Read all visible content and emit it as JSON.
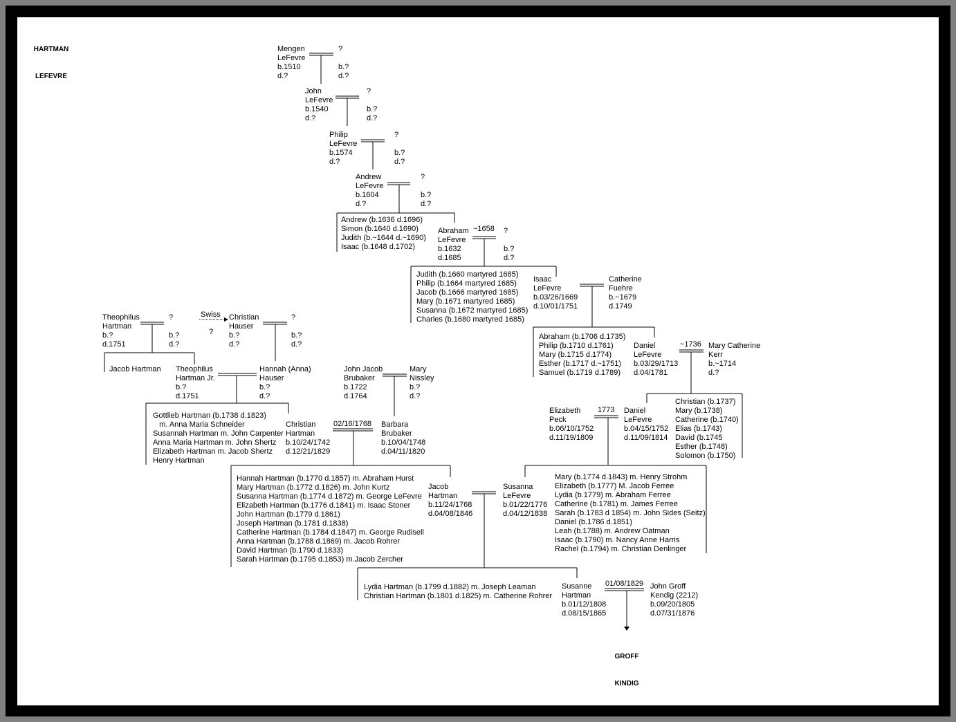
{
  "title": [
    "HARTMAN",
    "LEFEVRE"
  ],
  "descendant_label": [
    "GROFF",
    "KINDIG"
  ],
  "annotations": {
    "swiss": "Swiss",
    "swiss_unknown": "?"
  },
  "marriage_dates": {
    "abraham": "~1658",
    "daniel_sr": "~1736",
    "daniel_jr": "1773",
    "christian": "02/16/1768",
    "susanne": "01/08/1829"
  },
  "blocks": {
    "mengen": {
      "lines": [
        "Mengen",
        "LeFevre",
        "b.1510",
        "d.?"
      ]
    },
    "mengen_spouse": {
      "lines": [
        "?",
        "",
        "b.?",
        "d.?"
      ]
    },
    "john": {
      "lines": [
        "John",
        "LeFevre",
        "b.1540",
        "d.?"
      ]
    },
    "john_spouse": {
      "lines": [
        "?",
        "",
        "b.?",
        "d.?"
      ]
    },
    "philip": {
      "lines": [
        "Philip",
        "LeFevre",
        "b.1574",
        "d.?"
      ]
    },
    "philip_spouse": {
      "lines": [
        "?",
        "",
        "b.?",
        "d.?"
      ]
    },
    "andrew": {
      "lines": [
        "Andrew",
        "LeFevre",
        "b.1604",
        "d.?"
      ]
    },
    "andrew_spouse": {
      "lines": [
        "?",
        "",
        "b.?",
        "d.?"
      ]
    },
    "andrew_children": {
      "lines": [
        "Andrew (b.1636 d.1696)",
        "Simon (b.1640 d.1690)",
        "Judith (b.~1644 d.~1690)",
        "Isaac (b.1648 d.1702)"
      ]
    },
    "abraham": {
      "lines": [
        "Abraham",
        "LeFevre",
        "b.1632",
        "d.1685"
      ]
    },
    "abraham_spouse": {
      "lines": [
        "?",
        "",
        "b.?",
        "d.?"
      ]
    },
    "abraham_children": {
      "lines": [
        "Judith (b.1660 martyred 1685)",
        "Philip (b.1664 martyred 1685)",
        "Jacob (b.1666 martyred 1685)",
        "Mary (b.1671 martyred 1685)",
        "Susanna (b.1672 martyred 1685)",
        "Charles (b.1680 martyred 1685)"
      ]
    },
    "isaac": {
      "lines": [
        "Isaac",
        "LeFevre",
        "b.03/26/1669",
        "d.10/01/1751"
      ]
    },
    "catherine": {
      "lines": [
        "Catherine",
        "Fuehre",
        "b.~1679",
        "d.1749"
      ]
    },
    "isaac_children": {
      "lines": [
        "Abraham (b.1706 d.1735)",
        "Philip (b.1710 d.1761)",
        "Mary (b.1715 d.1774)",
        "Esther (b.1717 d.~1751)",
        "Samuel (b.1719 d.1789)"
      ]
    },
    "daniel_sr": {
      "lines": [
        "Daniel",
        "LeFevre",
        "b.03/29/1713",
        "d.04/1781"
      ]
    },
    "mary_catherine": {
      "lines": [
        "Mary Catherine",
        "Kerr",
        "b.~1714",
        "d.?"
      ]
    },
    "daniel_sr_children": {
      "lines": [
        "Christian (b.1737)",
        "Mary (b.1738)",
        "Catherine (b.1740)",
        "Elias (b.1743)",
        "David (b.1745",
        "Esther (b.1748)",
        "Solomon (b.1750)"
      ]
    },
    "elizabeth_peck": {
      "lines": [
        "Elizabeth",
        "Peck",
        "b.06/10/1752",
        "d.11/19/1809"
      ]
    },
    "daniel_jr": {
      "lines": [
        "Daniel",
        "LeFevre",
        "b.04/15/1752",
        "d.11/09/1814"
      ]
    },
    "daniel_jr_children": {
      "lines": [
        "Mary (b.1774 d.1843) m. Henry Strohm",
        "Elizabeth (b.1777) M. Jacob Ferree",
        "Lydia (b.1779) m. Abraham Ferree",
        "Catherine (b.1781) m. James Ferree",
        "Sarah (b.1783 d 1854) m. John Sides (Seitz)",
        "Daniel (b.1786 d.1851)",
        "Leah (b.1788) m. Andrew Oatman",
        "Isaac (b.1790) m. Nancy Anne Harris",
        "Rachel (b.1794) m. Christian Denlinger"
      ]
    },
    "theophilus": {
      "lines": [
        "Theophilus",
        "Hartman",
        "b.?",
        "d.1751"
      ]
    },
    "theophilus_spouse": {
      "lines": [
        "?",
        "",
        "b.?",
        "d.?"
      ]
    },
    "theophilus_children": {
      "lines": [
        "Jacob Hartman"
      ]
    },
    "christian_hauser": {
      "lines": [
        "Christian",
        "Hauser",
        "b.?",
        "d.?"
      ]
    },
    "christian_hauser_spouse": {
      "lines": [
        "?",
        "",
        "b.?",
        "d.?"
      ]
    },
    "theophilus_jr": {
      "lines": [
        "Theophilus",
        "Hartman Jr.",
        "b.?",
        "d.1751"
      ]
    },
    "hannah_hauser": {
      "lines": [
        "Hannah (Anna)",
        "Hauser",
        "b.?",
        "d.?"
      ]
    },
    "theophilus_jr_children": {
      "lines": [
        "Gottlieb Hartman (b.1738 d.1823)",
        "   m. Anna Maria Schneider",
        "Susannah Hartman m. John Carpenter",
        "Anna Maria Hartman m. John Shertz",
        "Elizabeth Hartman m. Jacob Shertz",
        "Henry Hartman"
      ]
    },
    "john_jacob_brubaker": {
      "lines": [
        "John Jacob",
        "Brubaker",
        "b.1722",
        "d.1764"
      ]
    },
    "mary_nissley": {
      "lines": [
        "Mary",
        "Nissley",
        "b.?",
        "d.?"
      ]
    },
    "christian_hartman": {
      "lines": [
        "Christian",
        "Hartman",
        "b.10/24/1742",
        "d.12/21/1829"
      ]
    },
    "barbara_brubaker": {
      "lines": [
        "Barbara",
        "Brubaker",
        "b.10/04/1748",
        "d.04/11/1820"
      ]
    },
    "christian_children": {
      "lines": [
        "Hannah Hartman (b.1770 d.1857) m. Abraham Hurst",
        "Mary Hartman (b.1772 d.1826) m. John Kurtz",
        "Susanna Hartman (b.1774 d.1872) m. George LeFevre",
        "Elizabeth Hartman (b.1776 d.1841) m. Isaac Stoner",
        "John Hartman (b.1779 d.1861)",
        "Joseph Hartman (b.1781 d.1838)",
        "Catherine Hartman (b.1784 d.1847) m. George Rudisell",
        "Anna Hartman (b.1788 d.1869) m. Jacob Rohrer",
        "David Hartman (b.1790 d.1833)",
        "Sarah Hartman (b.1795 d.1853) m.Jacob Zercher"
      ]
    },
    "jacob_hartman": {
      "lines": [
        "Jacob",
        "Hartman",
        "b.11/24/1768",
        "d.04/08/1846"
      ]
    },
    "susanna_lefevre": {
      "lines": [
        "Susanna",
        "LeFevre",
        "b.01/22/1776",
        "d.04/12/1838"
      ]
    },
    "jacob_children": {
      "lines": [
        "Lydia Hartman (b.1799 d.1882) m. Joseph Leaman",
        "Christian Hartman (b.1801 d.1825) m. Catherine Rohrer"
      ]
    },
    "susanne_hartman": {
      "lines": [
        "Susanne",
        "Hartman",
        "b.01/12/1808",
        "d.08/15/1865"
      ]
    },
    "john_groff_kendig": {
      "lines": [
        "John Groff",
        "Kendig (2212)",
        "b.09/20/1805",
        "d.07/31/1876"
      ]
    }
  }
}
